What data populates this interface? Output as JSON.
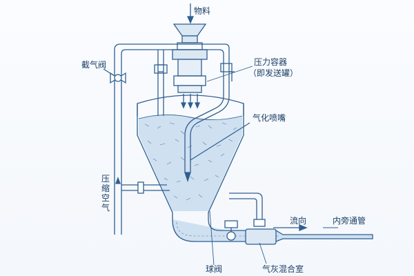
{
  "labels": {
    "material": "物料",
    "stop_valve": "截气阀",
    "pressure_vessel": "压力容器",
    "vessel_note": "（即发送罐）",
    "aeration_nozzle": "气化喷嘴",
    "compressed_air": "压缩空气",
    "flow_direction": "流向",
    "inner_bypass_pipe": "内旁通管",
    "ball_valve": "球阀",
    "mixing_chamber": "气灰混合室"
  },
  "colors": {
    "line": "#2f5f8f",
    "fill": "#cfe0f1",
    "text": "#1c3f66"
  }
}
